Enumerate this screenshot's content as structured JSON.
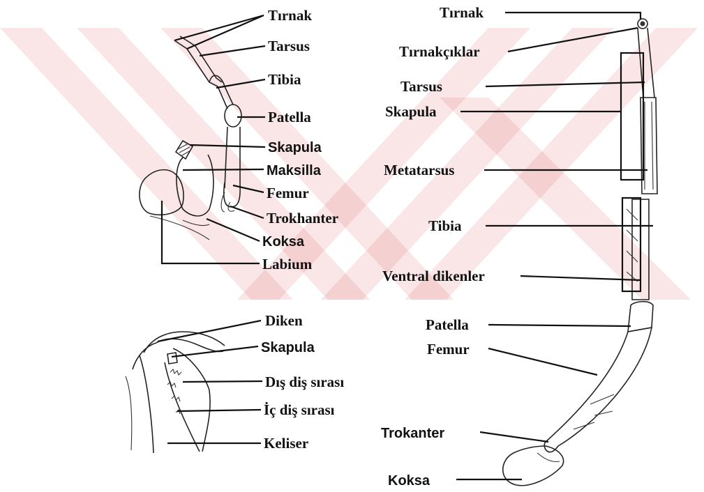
{
  "palette": {
    "ink": "#111111",
    "watermark": "#d93a3a",
    "background": "#ffffff"
  },
  "mouthparts": {
    "labels": {
      "tirnak": "Tırnak",
      "tarsus": "Tarsus",
      "tibia": "Tibia",
      "patella": "Patella",
      "skapula": "Skapula",
      "maksilla": "Maksilla",
      "femur": "Femur",
      "trokhanter": "Trokhanter",
      "koksa": "Koksa",
      "labium": "Labium"
    }
  },
  "chelicera": {
    "labels": {
      "diken": "Diken",
      "skapula": "Skapula",
      "dis_dis_sirasi": "Dış diş sırası",
      "ic_dis_sirasi": "İç diş sırası",
      "keliser": "Keliser"
    }
  },
  "leg": {
    "labels": {
      "tirnak": "Tırnak",
      "tirnakciklar": "Tırnakçıklar",
      "tarsus": "Tarsus",
      "skapula": "Skapula",
      "metatarsus": "Metatarsus",
      "tibia": "Tibia",
      "ventral_dikenler": "Ventral dikenler",
      "patella": "Patella",
      "femur": "Femur",
      "trokanter": "Trokanter",
      "koksa": "Koksa"
    }
  }
}
